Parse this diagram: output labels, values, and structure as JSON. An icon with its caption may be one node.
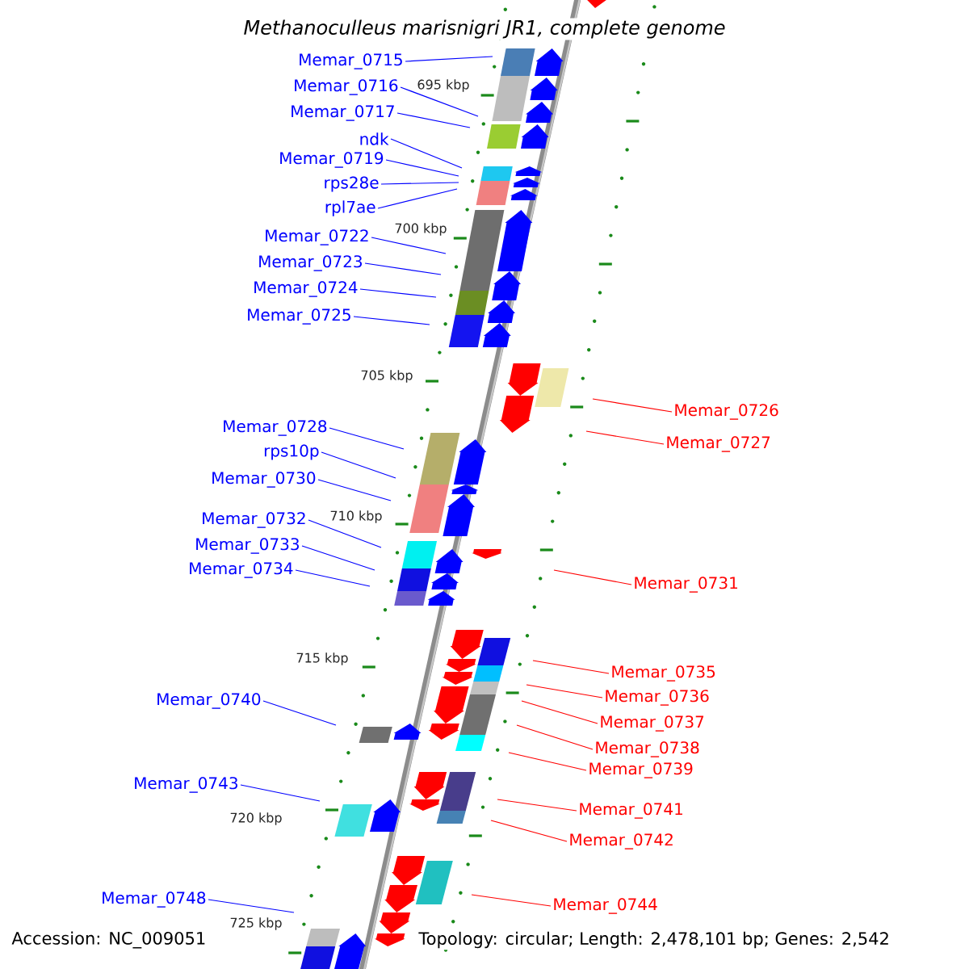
{
  "diagram": {
    "title": "Methanoculleus marisnigri JR1, complete genome",
    "nodes": [
      {
        "text": [
          "Memar_0715"
        ]
      },
      {
        "text": [
          "Memar_0716"
        ]
      },
      {
        "text": [
          "Memar_0717"
        ]
      },
      {
        "text": [
          "ndk"
        ]
      },
      {
        "text": [
          "Memar_0719"
        ]
      },
      {
        "text": [
          "rps28e"
        ]
      },
      {
        "text": [
          "rpl7ae"
        ]
      },
      {
        "text": [
          "Memar_0722"
        ]
      },
      {
        "text": [
          "Memar_0723"
        ]
      },
      {
        "text": [
          "Memar_0724"
        ]
      },
      {
        "text": [
          "Memar_0725"
        ]
      },
      {
        "text": [
          "Memar_0726"
        ]
      },
      {
        "text": [
          "Memar_0728"
        ]
      },
      {
        "text": [
          "Memar_0727"
        ]
      },
      {
        "text": [
          "rps10p"
        ]
      },
      {
        "text": [
          "Memar_0730"
        ]
      },
      {
        "text": [
          "Memar_0732"
        ]
      },
      {
        "text": [
          "Memar_0733"
        ]
      },
      {
        "text": [
          "Memar_0734"
        ]
      },
      {
        "text": [
          "Memar_0731"
        ]
      },
      {
        "text": [
          "Memar_0735"
        ]
      },
      {
        "text": [
          "Memar_0736"
        ]
      },
      {
        "text": [
          "Memar_0740"
        ]
      },
      {
        "text": [
          "Memar_0737"
        ]
      },
      {
        "text": [
          "Memar_0738"
        ]
      },
      {
        "text": [
          "Memar_0739"
        ]
      },
      {
        "text": [
          "Memar_0743"
        ]
      },
      {
        "text": [
          "Memar_0741"
        ]
      },
      {
        "text": [
          "Memar_0742"
        ]
      },
      {
        "text": [
          "Memar_0748"
        ]
      },
      {
        "text": [
          "Memar_0744"
        ]
      }
    ],
    "edges": [
      {
        "from": 0,
        "to": null,
        "arrow": "none"
      },
      {
        "from": 1,
        "to": null,
        "arrow": "none"
      },
      {
        "from": 2,
        "to": null,
        "arrow": "none"
      },
      {
        "from": 3,
        "to": null,
        "arrow": "none"
      },
      {
        "from": 4,
        "to": null,
        "arrow": "none"
      },
      {
        "from": 5,
        "to": null,
        "arrow": "none"
      },
      {
        "from": 6,
        "to": null,
        "arrow": "none"
      },
      {
        "from": 7,
        "to": null,
        "arrow": "none"
      },
      {
        "from": 8,
        "to": null,
        "arrow": "none"
      },
      {
        "from": 9,
        "to": null,
        "arrow": "none"
      },
      {
        "from": 10,
        "to": null,
        "arrow": "none"
      },
      {
        "from": 11,
        "to": null,
        "arrow": "none",
        "color": "#ff0000"
      },
      {
        "from": 12,
        "to": null,
        "arrow": "none"
      },
      {
        "from": 13,
        "to": null,
        "arrow": "none",
        "color": "#ff0000"
      },
      {
        "from": 14,
        "to": null,
        "arrow": "none"
      },
      {
        "from": 15,
        "to": null,
        "arrow": "none"
      },
      {
        "from": 16,
        "to": null,
        "arrow": "none"
      },
      {
        "from": 17,
        "to": null,
        "arrow": "none"
      },
      {
        "from": 18,
        "to": null,
        "arrow": "none"
      },
      {
        "from": 19,
        "to": null,
        "arrow": "none",
        "color": "#ff0000"
      },
      {
        "from": 20,
        "to": null,
        "arrow": "none",
        "color": "#ff0000"
      },
      {
        "from": 21,
        "to": null,
        "arrow": "none",
        "color": "#ff0000"
      },
      {
        "from": 22,
        "to": null,
        "arrow": "none"
      },
      {
        "from": 23,
        "to": null,
        "arrow": "none",
        "color": "#ff0000"
      },
      {
        "from": 24,
        "to": null,
        "arrow": "none",
        "color": "#ff0000"
      },
      {
        "from": 25,
        "to": null,
        "arrow": "none",
        "color": "#ff0000"
      },
      {
        "from": 26,
        "to": null,
        "arrow": "none"
      },
      {
        "from": 27,
        "to": null,
        "arrow": "none",
        "color": "#ff0000"
      },
      {
        "from": 28,
        "to": null,
        "arrow": "none",
        "color": "#ff0000"
      },
      {
        "from": 29,
        "to": null,
        "arrow": "none"
      },
      {
        "from": 30,
        "to": null,
        "arrow": "none",
        "color": "#ff0000"
      }
    ],
    "labels": [
      "695 kbp",
      "700 kbp",
      "705 kbp",
      "710 kbp",
      "715 kbp",
      "720 kbp",
      "725 kbp",
      "Accession: NC_009051",
      "Topology: circular; Length: 2,478,101 bp; Genes: 2,542"
    ]
  }
}
